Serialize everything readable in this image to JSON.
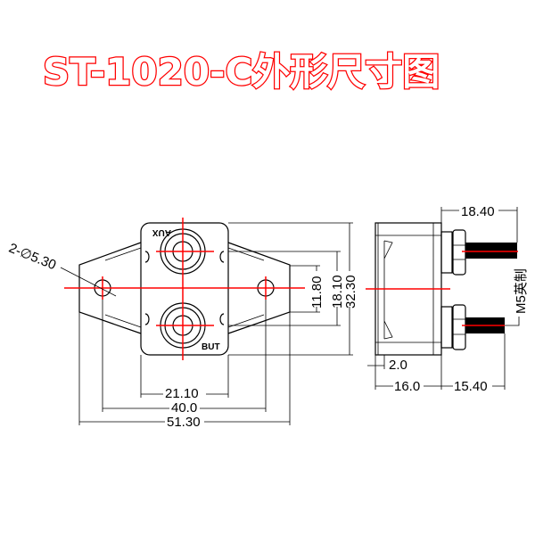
{
  "title": "ST-1020-C外形尺寸图",
  "colors": {
    "centerline": "#ff0000",
    "title_outline": "#ff0000",
    "drawing": "#000000"
  },
  "front_view": {
    "terminal_labels": {
      "top": "AUX",
      "bottom": "BUT"
    },
    "hole_callout": "2-∅5.30",
    "dims": {
      "plate_width": "21.10",
      "hole_spacing": "40.0",
      "overall_width": "51.30",
      "flange_height": "11.80",
      "terminal_spacing": "18.10",
      "overall_height": "32.30"
    }
  },
  "side_view": {
    "dims": {
      "stud_length": "18.40",
      "body_depth": "16.0",
      "stud_projection": "15.40",
      "plate_thickness": "2.0"
    },
    "thread_note": "M5英制"
  }
}
